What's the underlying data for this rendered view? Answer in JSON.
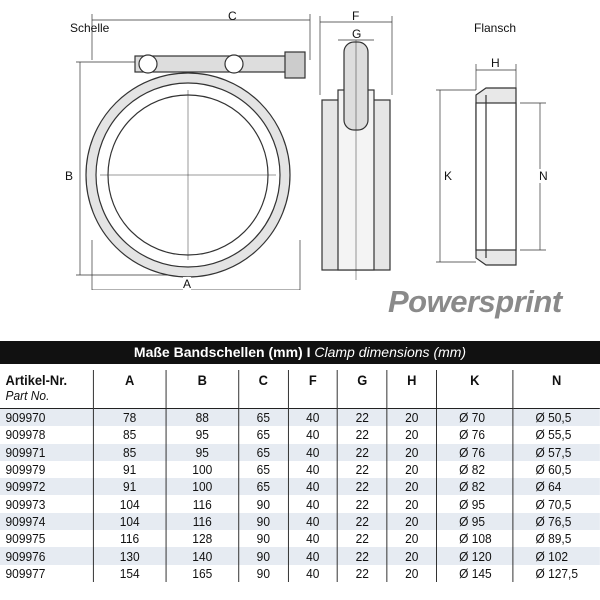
{
  "drawing": {
    "labels": {
      "schelle": "Schelle",
      "flansch": "Flansch",
      "A": "A",
      "B": "B",
      "C": "C",
      "F": "F",
      "G": "G",
      "H": "H",
      "K": "K",
      "N": "N"
    }
  },
  "logo": "Powersprint",
  "table": {
    "title": "Maße Bandschellen (mm) I",
    "title_en": "Clamp dimensions (mm)",
    "headers": {
      "part": "Artikel-Nr.",
      "part_en": "Part No.",
      "A": "A",
      "B": "B",
      "C": "C",
      "F": "F",
      "G": "G",
      "H": "H",
      "K": "K",
      "N": "N"
    },
    "rows": [
      [
        "909970",
        "78",
        "88",
        "65",
        "40",
        "22",
        "20",
        "Ø 70",
        "Ø 50,5"
      ],
      [
        "909978",
        "85",
        "95",
        "65",
        "40",
        "22",
        "20",
        "Ø 76",
        "Ø 55,5"
      ],
      [
        "909971",
        "85",
        "95",
        "65",
        "40",
        "22",
        "20",
        "Ø 76",
        "Ø 57,5"
      ],
      [
        "909979",
        "91",
        "100",
        "65",
        "40",
        "22",
        "20",
        "Ø 82",
        "Ø 60,5"
      ],
      [
        "909972",
        "91",
        "100",
        "65",
        "40",
        "22",
        "20",
        "Ø 82",
        "Ø 64"
      ],
      [
        "909973",
        "104",
        "116",
        "90",
        "40",
        "22",
        "20",
        "Ø 95",
        "Ø 70,5"
      ],
      [
        "909974",
        "104",
        "116",
        "90",
        "40",
        "22",
        "20",
        "Ø 95",
        "Ø 76,5"
      ],
      [
        "909975",
        "116",
        "128",
        "90",
        "40",
        "22",
        "20",
        "Ø 108",
        "Ø 89,5"
      ],
      [
        "909976",
        "130",
        "140",
        "90",
        "40",
        "22",
        "20",
        "Ø 120",
        "Ø 102"
      ],
      [
        "909977",
        "154",
        "165",
        "90",
        "40",
        "22",
        "20",
        "Ø 145",
        "Ø 127,5"
      ]
    ]
  }
}
